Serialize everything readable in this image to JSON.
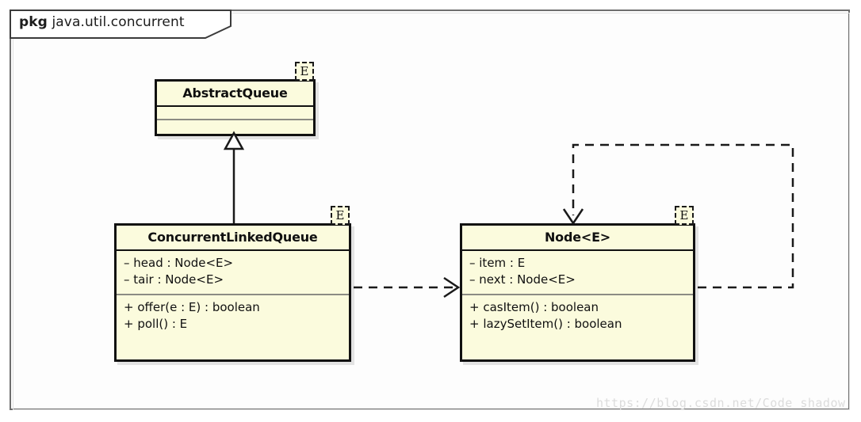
{
  "package": {
    "keyword": "pkg",
    "name": "java.util.concurrent"
  },
  "classes": {
    "abstract_queue": {
      "name": "AbstractQueue",
      "type_param": "E",
      "attributes": [],
      "operations": []
    },
    "concurrent_linked_queue": {
      "name": "ConcurrentLinkedQueue",
      "type_param": "E",
      "attributes": [
        "– head : Node<E>",
        "– tair : Node<E>"
      ],
      "operations": [
        "+ offer(e : E) : boolean",
        "+ poll() : E"
      ]
    },
    "node": {
      "name": "Node<E>",
      "type_param": "E",
      "attributes": [
        "– item : E",
        "– next : Node<E>"
      ],
      "operations": [
        "+ casItem() : boolean",
        "+ lazySetItem() : boolean"
      ]
    }
  },
  "relations": [
    {
      "id": "generalization",
      "kind": "generalization",
      "from": "ConcurrentLinkedQueue",
      "to": "AbstractQueue",
      "style": "solid",
      "arrowhead": "hollow-triangle"
    },
    {
      "id": "dependency-clq-node",
      "kind": "dependency",
      "from": "ConcurrentLinkedQueue",
      "to": "Node<E>",
      "style": "dashed",
      "arrowhead": "open"
    },
    {
      "id": "self-dependency-node",
      "kind": "dependency",
      "from": "Node<E>",
      "to": "Node<E>",
      "style": "dashed",
      "arrowhead": "open"
    }
  ],
  "watermark": "https://blog.csdn.net/Code_shadow",
  "colors": {
    "class_fill": "#fbfbdd",
    "class_border": "#111111",
    "frame_border": "#6e6e6e",
    "connector": "#1a1a1a",
    "watermark": "#dcdcdc",
    "background": "#ffffff"
  }
}
